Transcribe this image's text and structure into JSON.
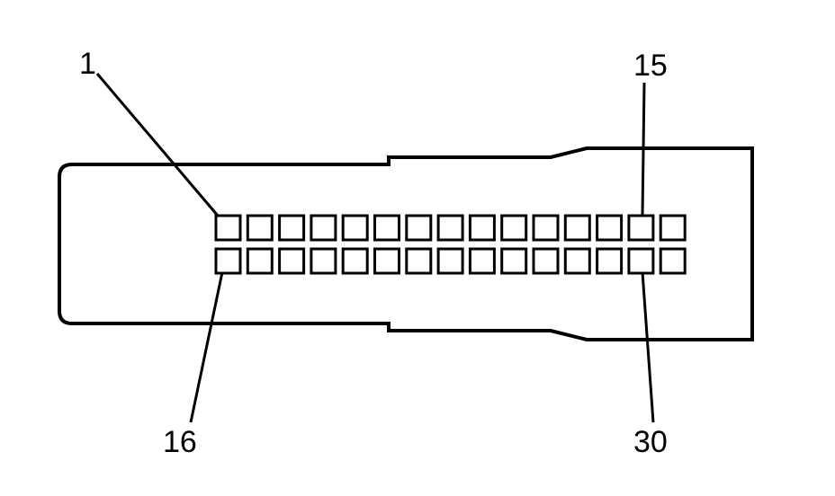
{
  "connector": {
    "rows": 2,
    "pins_per_row": 15
  },
  "callouts": {
    "top_left": "1",
    "top_right": "15",
    "bottom_left": "16",
    "bottom_right": "30"
  },
  "colors": {
    "stroke": "#000000",
    "background": "#ffffff"
  }
}
